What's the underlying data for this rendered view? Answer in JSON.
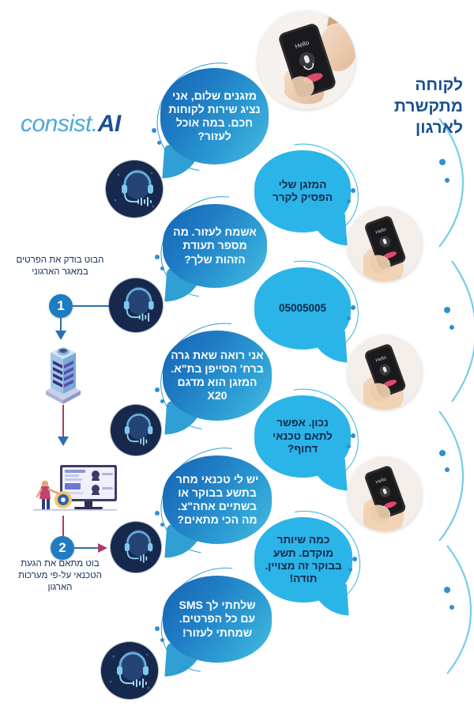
{
  "brand": {
    "logo_part1": "consist.",
    "logo_part2": "AI"
  },
  "heading": {
    "line1": "לקוחה",
    "line2": "מתקשרת",
    "line3": "לארגון",
    "full": "לקוחה מתקשרת לארגון",
    "color": "#1a4f8f"
  },
  "colors": {
    "bot_bubble_from": "#1565b4",
    "bot_bubble_to": "#49bde0",
    "customer_bubble": "#2bb4e8",
    "customer_text": "#10294a",
    "heading_blue": "#1a4f8f",
    "badge_blue": "#1f7cc0",
    "connector_pink": "#b03a6a",
    "logo_light": "#4aa8df",
    "logo_dark": "#1d4f91"
  },
  "conversation": {
    "bot_messages": [
      {
        "id": "bot-greeting",
        "text": "מזגנים שלום, אני נציג שירות לקוחות חכם. במה אוכל לעזור?"
      },
      {
        "id": "bot-ask-id",
        "text": "אשמח לעזור. מה מספר תעודת הזהות שלך?"
      },
      {
        "id": "bot-lookup",
        "text": "אני רואה שאת גרה ברח' הסייפן בת\"א. המזגן הוא מדגם X20"
      },
      {
        "id": "bot-offer-slots",
        "text": "יש לי טכנאי מחר בתשע בבוקר או בשתיים אחה\"צ. מה הכי מתאים?"
      },
      {
        "id": "bot-sms-sent",
        "text": "שלחתי לך SMS עם כל הפרטים. שמחתי לעזור!"
      }
    ],
    "customer_messages": [
      {
        "id": "cust-problem",
        "text": "המזגן שלי הפסיק לקרר"
      },
      {
        "id": "cust-id",
        "text": "05005005"
      },
      {
        "id": "cust-confirm",
        "text": "נכון. אפשר לתאם טכנאי דחוף?"
      },
      {
        "id": "cust-choose",
        "text": "כמה שיותר מוקדם. תשע בבוקר זה מצויין. תודה!"
      }
    ]
  },
  "steps": [
    {
      "number": "1",
      "text": "הבוט בודק את הפרטים במאגר הארגוני",
      "icon": "server-icon"
    },
    {
      "number": "2",
      "text": "בוט מתאם את הגעת הטכנאי על-פי מערכות הארגון",
      "icon": "crm-monitor-icon"
    }
  ],
  "phone_screen": {
    "label": "Hello"
  },
  "icons": {
    "bot_avatar": "headset-bot-avatar-icon",
    "customer_phone": "hand-holding-phone-icon",
    "server": "server-tower-icon",
    "crm": "crm-monitor-icon"
  }
}
